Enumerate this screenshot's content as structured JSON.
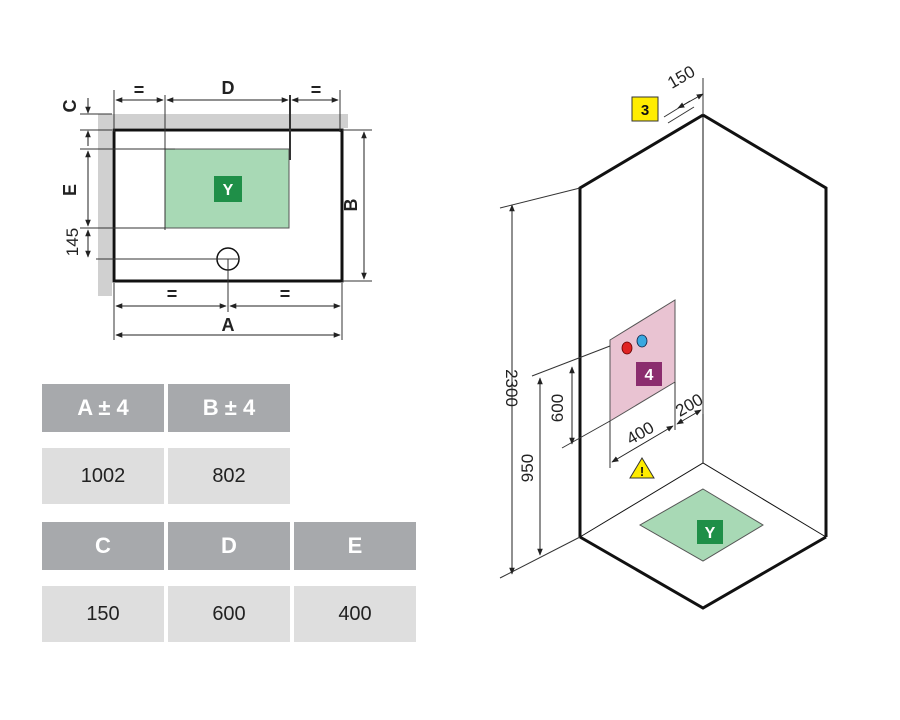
{
  "plan_view": {
    "dims": {
      "A": "A",
      "B": "B",
      "C": "C",
      "D": "D",
      "E": "E",
      "offset": "145",
      "equal": "="
    },
    "zone_badge": "Y"
  },
  "iso_view": {
    "height": "2300",
    "valve_height": "950",
    "panel_height": "600",
    "panel_width": "400",
    "panel_offset": "200",
    "top_offset": "150",
    "item_3": "3",
    "item_4": "4",
    "zone_badge": "Y",
    "warning": "!"
  },
  "table1": {
    "headers": [
      "A ± 4",
      "B ± 4"
    ],
    "values": [
      "1002",
      "802"
    ]
  },
  "table2": {
    "headers": [
      "C",
      "D",
      "E"
    ],
    "values": [
      "150",
      "600",
      "400"
    ]
  },
  "colors": {
    "green_zone": "#a8d9b5",
    "green_badge": "#1f8f48",
    "pink_panel": "#e9c3d2",
    "purple_badge": "#8b2d6e",
    "yellow_badge": "#ffec00",
    "table_header": "#a7a9ac",
    "table_value": "#dedede"
  }
}
